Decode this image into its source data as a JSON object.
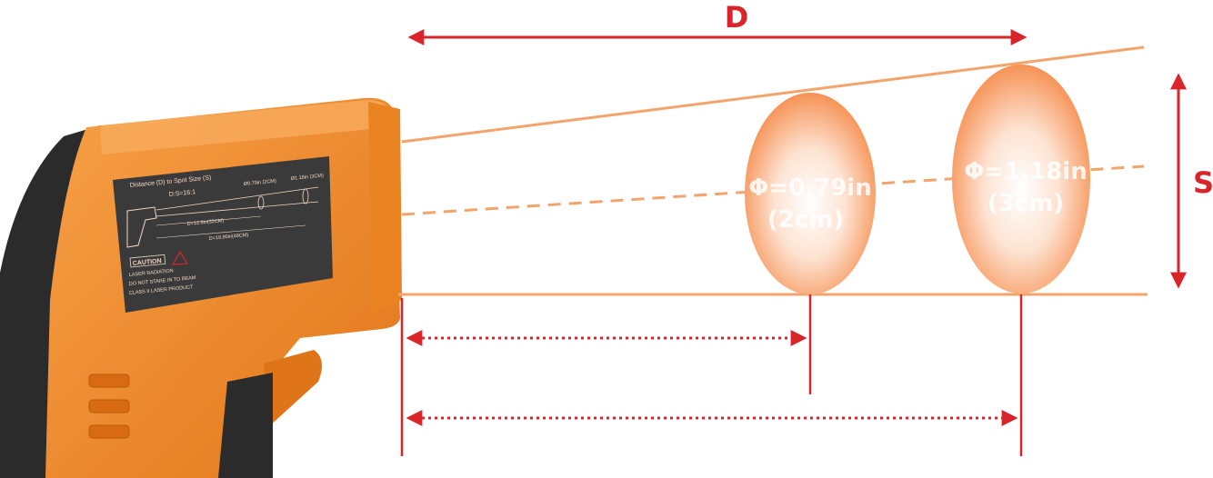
{
  "diagram": {
    "distance_label": "D",
    "spot_size_label": "S",
    "spots": [
      {
        "diameter_in": "Φ=0.79in",
        "diameter_cm": "(2cm)"
      },
      {
        "diameter_in": "Φ=1.18in",
        "diameter_cm": "(3cm)"
      }
    ]
  },
  "device_label": {
    "title": "Distance (D) to Spot Size (S)",
    "ratio": "D:S=16:1",
    "spot1": "Ø0.79in (2CM)",
    "spot2": "Ø1.18in (3CM)",
    "distance1": "D=12.6in(32CM)",
    "distance2": "D=18.90in(48CM)",
    "caution": "CAUTION",
    "warning_lines": [
      "LASER RADIATION",
      "DO NOT STARE IN TO BEAM",
      "CLASS II LASER PRODUCT"
    ]
  },
  "colors": {
    "accent_red": "#d9252a",
    "beam_orange": "#f4a46a",
    "body_orange": "#f08a24",
    "grip_dark": "#2b2b2b",
    "label_panel": "#3a3a3a"
  }
}
